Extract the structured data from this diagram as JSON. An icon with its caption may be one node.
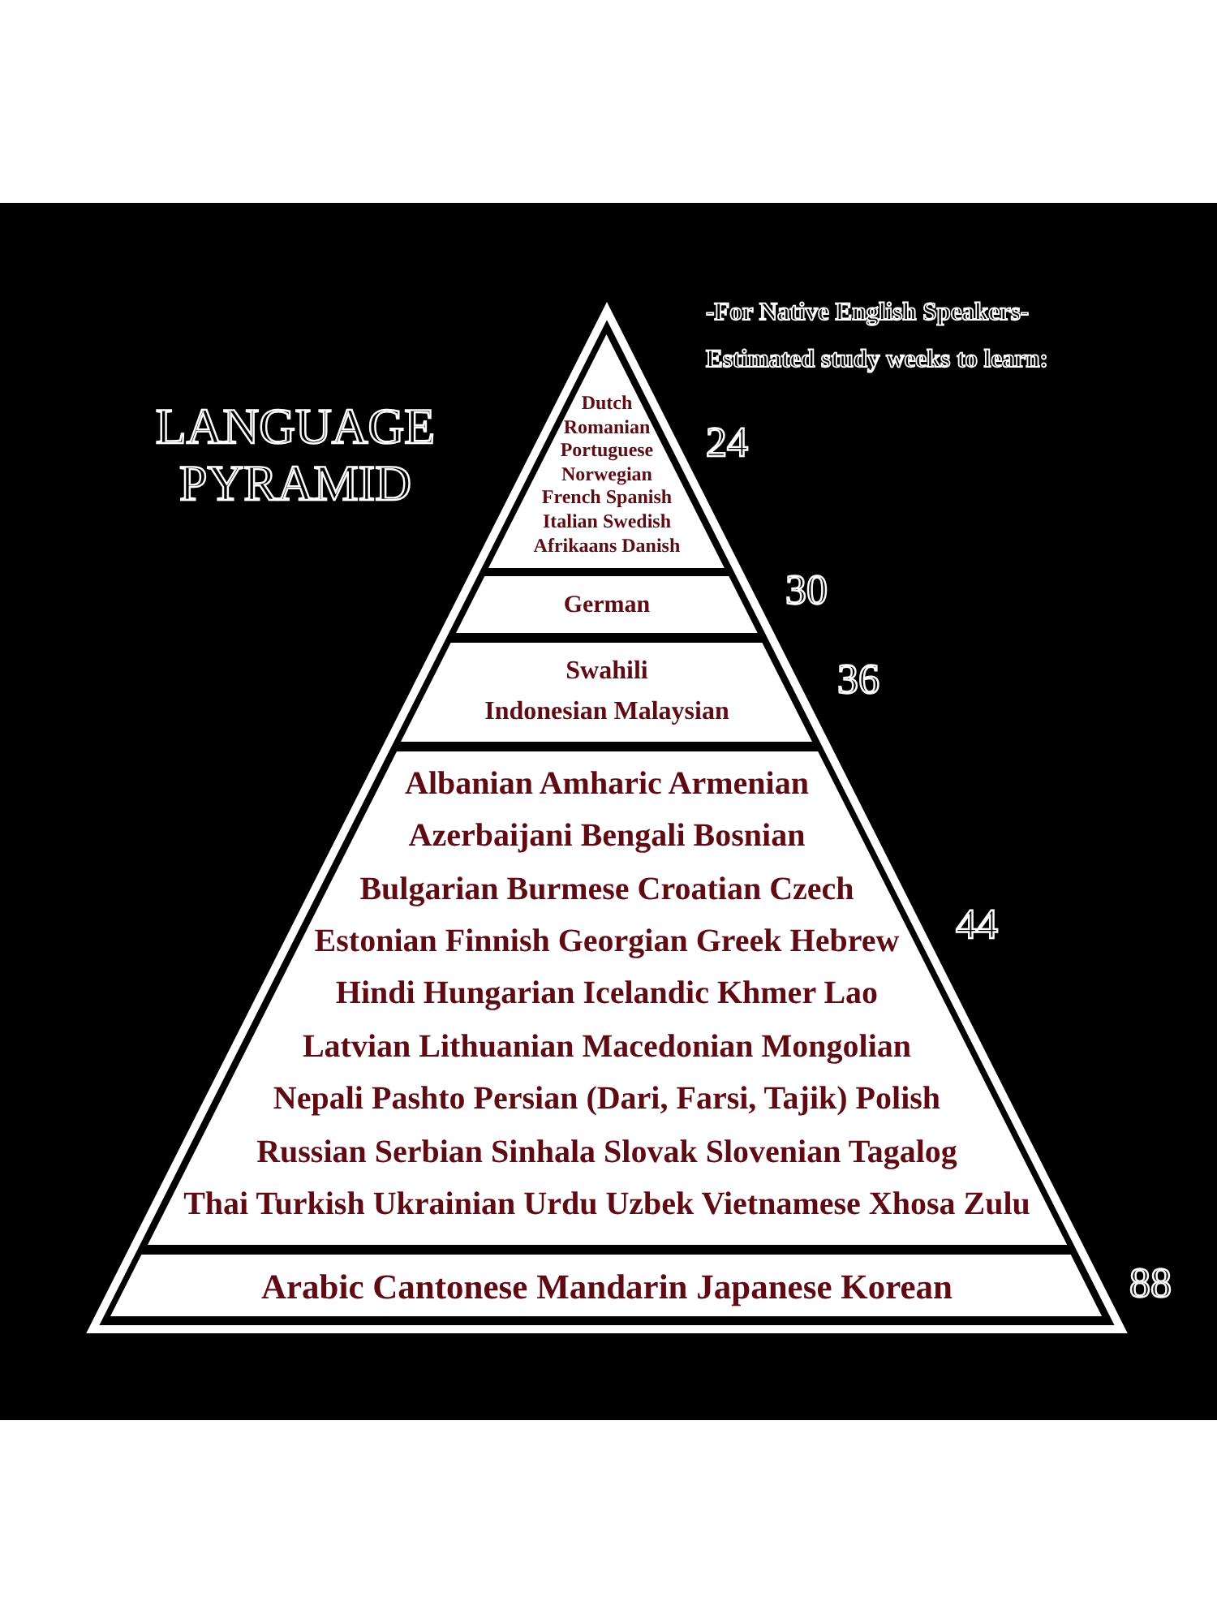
{
  "diagram": {
    "title": "LANGUAGE PYRAMID",
    "nodes": [
      {
        "text": [
          "Dutch",
          "Romanian",
          "Portuguese",
          "Norwegian",
          "French Spanish",
          "Italian Swedish",
          "Afrikaans Danish"
        ],
        "beside": [
          "24"
        ]
      },
      {
        "text": [
          "German"
        ],
        "beside": [
          "30"
        ]
      },
      {
        "text": [
          "Swahili",
          "Indonesian Malaysian"
        ],
        "beside": [
          "36"
        ]
      },
      {
        "text": [
          "Albanian Amharic Armenian",
          "Azerbaijani Bengali Bosnian",
          "Bulgarian Burmese Croatian Czech",
          "Estonian Finnish Georgian Greek Hebrew",
          "Hindi Hungarian Icelandic Khmer Lao",
          "Latvian Lithuanian Macedonian Mongolian",
          "Nepali Pashto Persian (Dari, Farsi, Tajik) Polish",
          "Russian Serbian Sinhala Slovak Slovenian Tagalog",
          "Thai Turkish Ukrainian Urdu Uzbek Vietnamese Xhosa Zulu"
        ],
        "beside": [
          "44"
        ]
      },
      {
        "text": [
          "Arabic Cantonese Mandarin Japanese Korean"
        ],
        "beside": [
          "88"
        ]
      }
    ],
    "labels": [
      "-For Native English Speakers-",
      "Estimated study weeks to learn:"
    ]
  }
}
